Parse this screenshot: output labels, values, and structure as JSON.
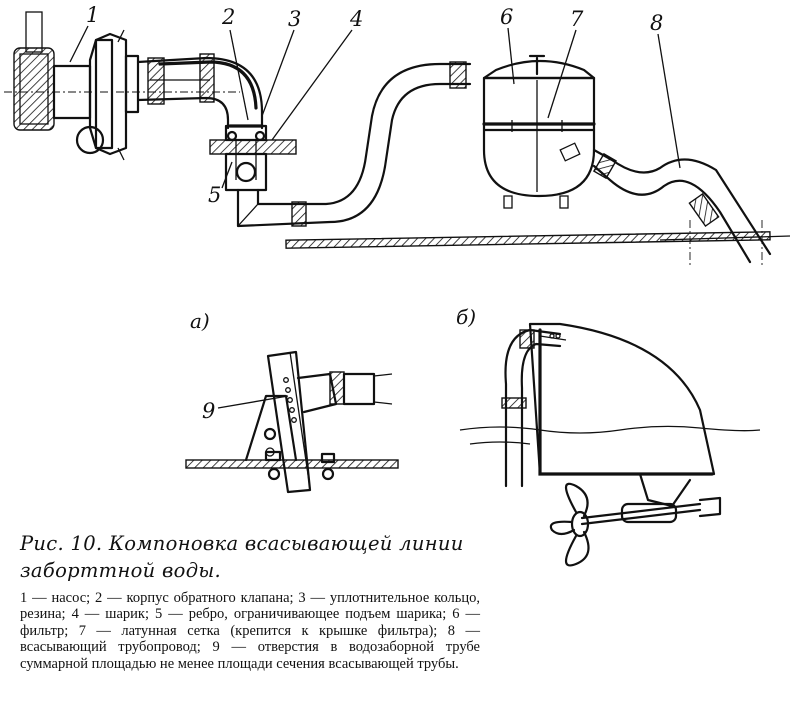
{
  "figure": {
    "labels": [
      "1",
      "2",
      "3",
      "4",
      "5",
      "6",
      "7",
      "8",
      "9"
    ],
    "subfigures": [
      "а)",
      "б)"
    ]
  },
  "caption": {
    "title": "Рис. 10. Компоновка всасывающей линии заборттной воды.",
    "legend": "1 — насос; 2 — корпус обратного клапана; 3 — уплотнительное кольцо, резина; 4 — шарик; 5 — ребро, ограничивающее подъем шарика; 6 — фильтр; 7 — латунная сетка (крепится к крышке фильтра); 8 — всасывающий трубопровод; 9 — отверстия в водозаборной трубе суммарной площадью не менее площади сечения всасывающей трубы."
  }
}
